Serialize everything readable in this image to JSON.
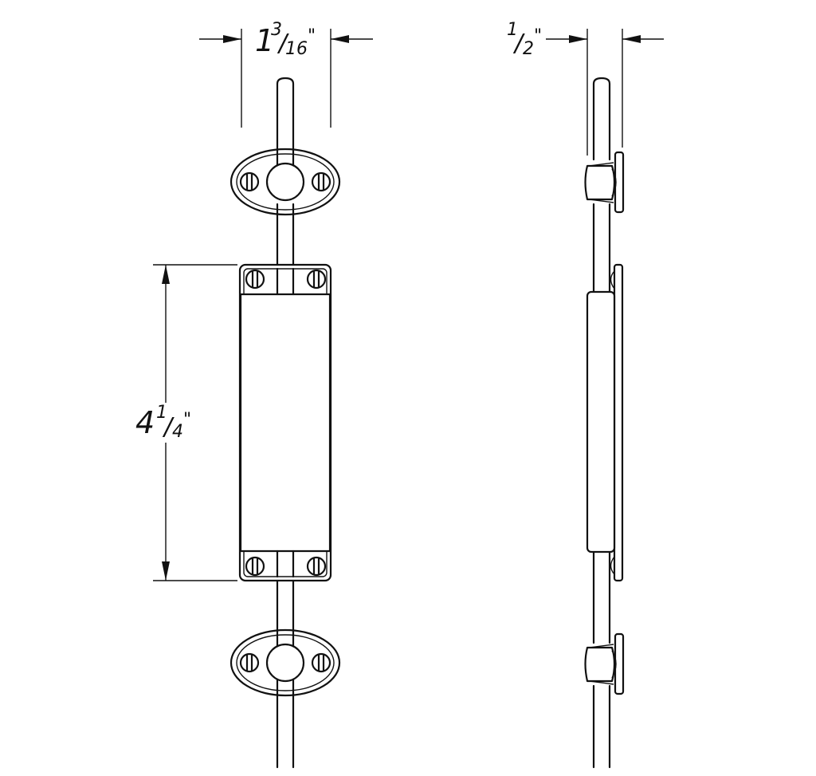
{
  "drawing": {
    "front_view": {
      "width_dim": {
        "whole": "1",
        "numerator": "3",
        "denominator": "16",
        "unit": "\""
      },
      "height_dim": {
        "whole": "4",
        "numerator": "1",
        "denominator": "4",
        "unit": "\""
      }
    },
    "side_view": {
      "depth_dim": {
        "numerator": "1",
        "denominator": "2",
        "unit": "\""
      }
    }
  }
}
